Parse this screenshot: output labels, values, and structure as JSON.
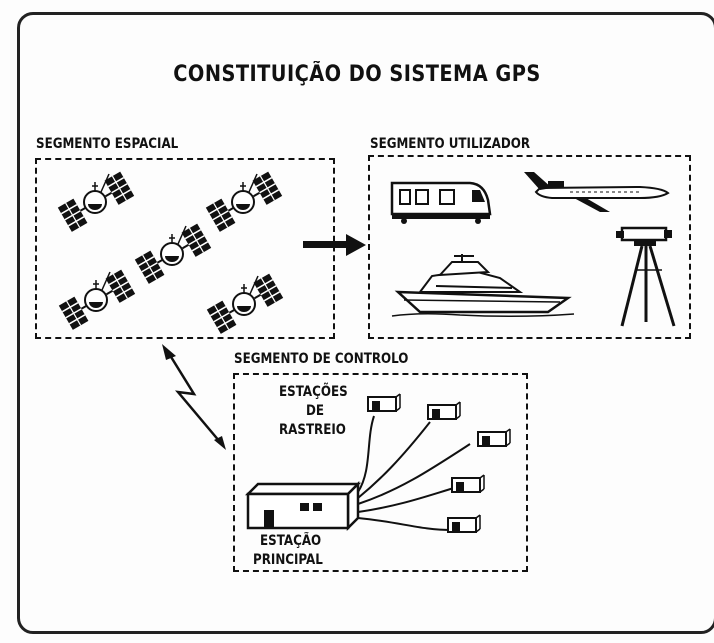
{
  "title": "CONSTITUIÇÃO DO SISTEMA GPS",
  "segments": {
    "space": {
      "label": "SEGMENTO ESPACIAL",
      "satellite_count": 5
    },
    "user": {
      "label": "SEGMENTO UTILIZADOR",
      "items": [
        "train-icon",
        "airplane-icon",
        "yacht-icon",
        "surveying-tripod-icon"
      ]
    },
    "control": {
      "label": "SEGMENTO DE CONTROLO",
      "tracking_label_1": "ESTAÇÕES",
      "tracking_label_2": "DE",
      "tracking_label_3": "RASTREIO",
      "main_label_1": "ESTAÇÃO",
      "main_label_2": "PRINCIPAL",
      "tracking_station_count": 5
    }
  },
  "connections": [
    "space-to-user-arrow",
    "space-control-radio-link"
  ]
}
